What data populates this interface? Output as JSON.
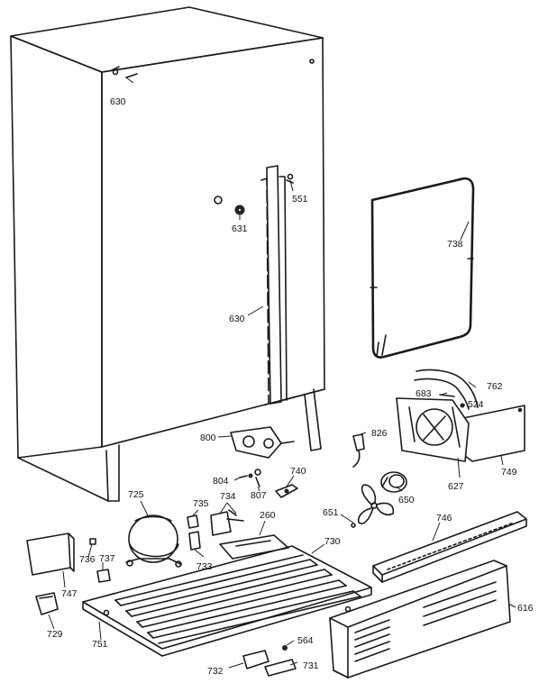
{
  "labels": {
    "l630a": "630",
    "l631": "631",
    "l551": "551",
    "l630b": "630",
    "l738": "738",
    "l762": "762",
    "l683": "683",
    "l524": "524",
    "l800": "800",
    "l826": "826",
    "l749": "749",
    "l627": "627",
    "l804": "804",
    "l807": "807",
    "l740": "740",
    "l725": "725",
    "l735": "735",
    "l734": "734",
    "l260": "260",
    "l651": "651",
    "l650": "650",
    "l730": "730",
    "l746": "746",
    "l736": "736",
    "l737": "737",
    "l733": "733",
    "l747": "747",
    "l616": "616",
    "l729": "729",
    "l751": "751",
    "l564": "564",
    "l732": "732",
    "l731": "731"
  }
}
